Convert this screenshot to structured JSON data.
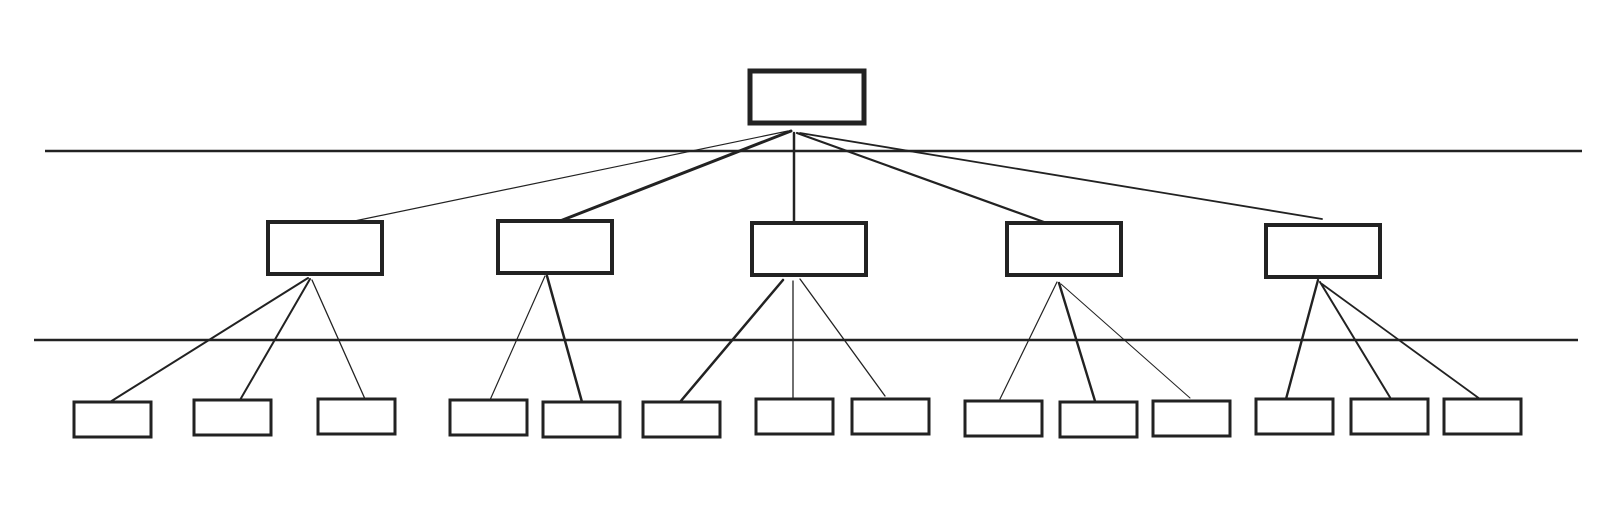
{
  "diagram": {
    "type": "hierarchy-tree",
    "levels": 3,
    "dividers": 2,
    "stroke_color": "#222222",
    "background_color": "#ffffff",
    "root": {
      "label": "",
      "children": [
        {
          "label": "",
          "children": [
            {
              "label": ""
            },
            {
              "label": ""
            },
            {
              "label": ""
            }
          ]
        },
        {
          "label": "",
          "children": [
            {
              "label": ""
            },
            {
              "label": ""
            }
          ]
        },
        {
          "label": "",
          "children": [
            {
              "label": ""
            },
            {
              "label": ""
            },
            {
              "label": ""
            }
          ]
        },
        {
          "label": "",
          "children": [
            {
              "label": ""
            },
            {
              "label": ""
            },
            {
              "label": ""
            }
          ]
        },
        {
          "label": "",
          "children": [
            {
              "label": ""
            },
            {
              "label": ""
            },
            {
              "label": ""
            }
          ]
        }
      ]
    }
  }
}
